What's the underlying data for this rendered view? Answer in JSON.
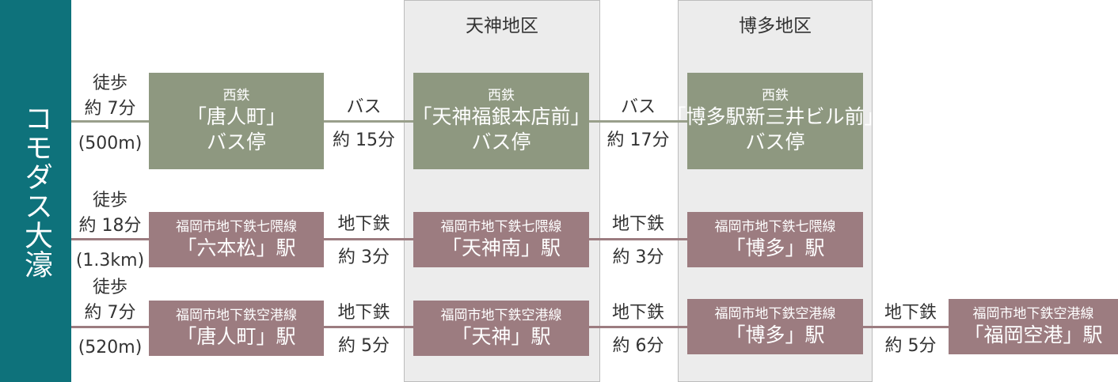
{
  "sidebar": {
    "title": "コモダス大濠",
    "color": "#0e727b"
  },
  "districts": [
    {
      "title": "天神地区"
    },
    {
      "title": "博多地区"
    }
  ],
  "colors": {
    "bus_box": "#8e9880",
    "subway_box": "#9c7c80",
    "district_bg": "#ececec"
  },
  "rows": [
    {
      "mode": "bus",
      "walk": {
        "line1": "徒歩",
        "line2": "約 7分",
        "distance": "(500m)"
      },
      "stops": [
        {
          "company": "西鉄",
          "name": "「唐人町」",
          "suffix": "バス停"
        },
        {
          "company": "西鉄",
          "name": "「天神福銀本店前」",
          "suffix": "バス停"
        },
        {
          "company": "西鉄",
          "name": "「博多駅新三井ビル前」",
          "suffix": "バス停"
        }
      ],
      "segments": [
        {
          "mode": "バス",
          "time": "約 15分"
        },
        {
          "mode": "バス",
          "time": "約 17分"
        }
      ]
    },
    {
      "mode": "subway",
      "walk": {
        "line1": "徒歩",
        "line2": "約 18分",
        "distance": "(1.3km)"
      },
      "stops": [
        {
          "company": "福岡市地下鉄七隈線",
          "name": "「六本松」駅"
        },
        {
          "company": "福岡市地下鉄七隈線",
          "name": "「天神南」駅"
        },
        {
          "company": "福岡市地下鉄七隈線",
          "name": "「博多」駅"
        }
      ],
      "segments": [
        {
          "mode": "地下鉄",
          "time": "約 3分"
        },
        {
          "mode": "地下鉄",
          "time": "約 3分"
        }
      ]
    },
    {
      "mode": "subway",
      "walk": {
        "line1": "徒歩",
        "line2": "約 7分",
        "distance": "(520m)"
      },
      "stops": [
        {
          "company": "福岡市地下鉄空港線",
          "name": "「唐人町」駅"
        },
        {
          "company": "福岡市地下鉄空港線",
          "name": "「天神」駅"
        },
        {
          "company": "福岡市地下鉄空港線",
          "name": "「博多」駅"
        },
        {
          "company": "福岡市地下鉄空港線",
          "name": "「福岡空港」駅"
        }
      ],
      "segments": [
        {
          "mode": "地下鉄",
          "time": "約 5分"
        },
        {
          "mode": "地下鉄",
          "time": "約 6分"
        },
        {
          "mode": "地下鉄",
          "time": "約 5分"
        }
      ]
    }
  ]
}
